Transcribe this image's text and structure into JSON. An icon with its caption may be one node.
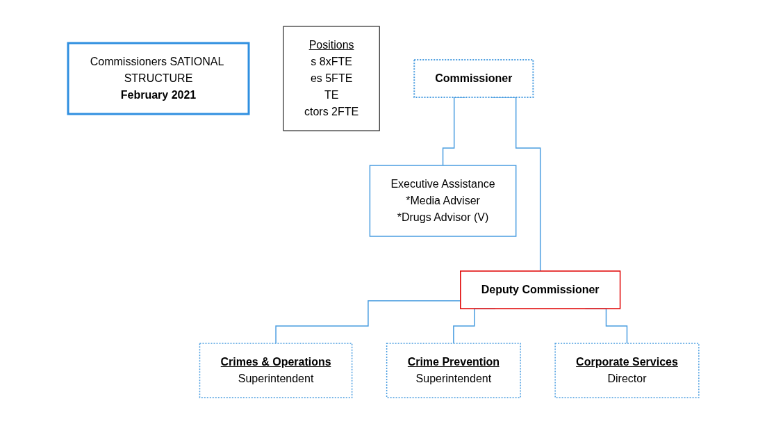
{
  "diagram": {
    "nodes": [
      {
        "text": [
          "Commissioners SATIONAL STRUCTURE",
          "February 2021"
        ]
      },
      {
        "text": [
          "Positions",
          "s 8xFTE",
          "es 5FTE",
          "TE",
          "ctors 2FTE"
        ]
      },
      {
        "text": [
          "Commissioner"
        ]
      },
      {
        "text": [
          "Executive Assistance",
          "*Media Adviser",
          "*Drugs Advisor (V)"
        ]
      },
      {
        "text": [
          "Deputy Commissioner"
        ]
      },
      {
        "text": [
          "Crimes & Operations",
          "Superintendent"
        ]
      },
      {
        "text": [
          "Crime Prevention",
          "Superintendent"
        ]
      },
      {
        "text": [
          "Corporate Services",
          "Director"
        ]
      }
    ],
    "edges": [
      {
        "from": 2,
        "to": 4,
        "arrow": "none"
      },
      {
        "from": 2,
        "to": 3,
        "arrow": "none"
      },
      {
        "from": 4,
        "to": 5,
        "arrow": "none"
      },
      {
        "from": 4,
        "to": 6,
        "arrow": "none"
      },
      {
        "from": 4,
        "to": 7,
        "arrow": "none"
      }
    ]
  }
}
